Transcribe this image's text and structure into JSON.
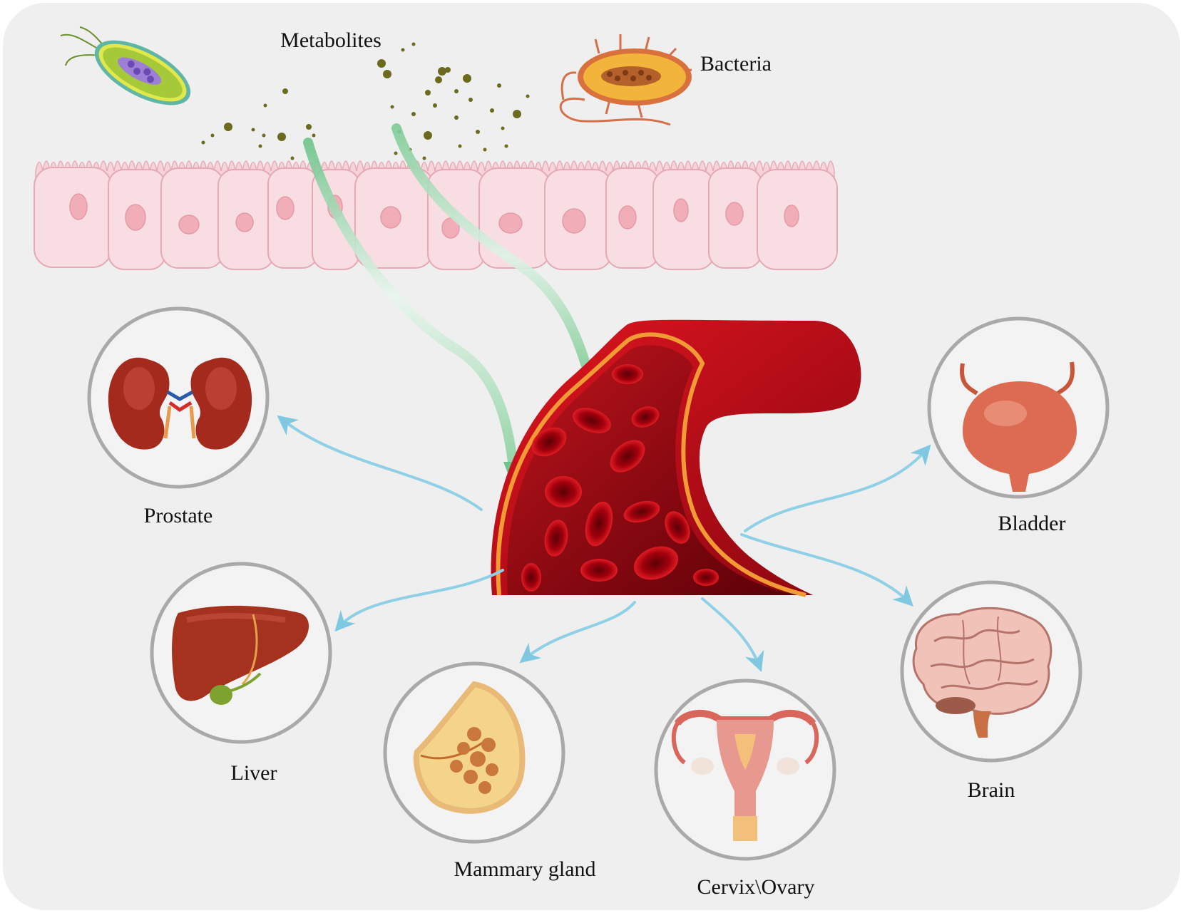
{
  "labels": {
    "metabolites": "Metabolites",
    "bacteria": "Bacteria",
    "prostate": "Prostate",
    "liver": "Liver",
    "mammary_gland": "Mammary gland",
    "cervix_ovary": "Cervix\\Ovary",
    "brain": "Brain",
    "bladder": "Bladder"
  },
  "icons": [
    "rod-bacterium-icon",
    "flagellated-bacterium-icon",
    "metabolite-dots-icon",
    "intestinal-epithelium-icon",
    "blood-vessel-icon",
    "kidney-icon",
    "liver-icon",
    "breast-icon",
    "uterus-icon",
    "brain-icon",
    "bladder-icon"
  ],
  "colors": {
    "background": "#efefef",
    "circle_stroke": "#a9a9a9",
    "green_arrow": "#8fd3a3",
    "blue_arrow": "#8fd0e6",
    "vessel": "#c8101a",
    "epithelium": "#f6d2d9"
  }
}
